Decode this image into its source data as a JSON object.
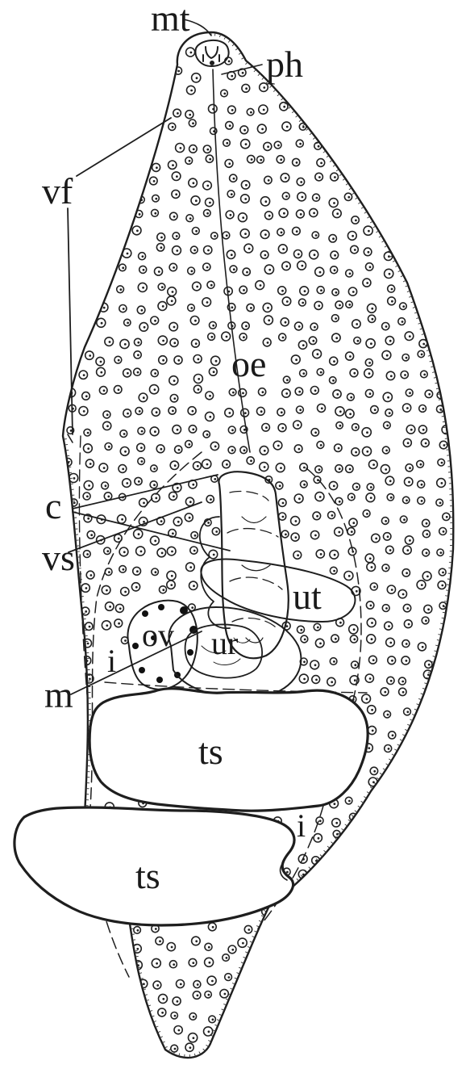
{
  "figure": {
    "labels": {
      "mt": "mt",
      "ph": "ph",
      "vf": "vf",
      "oe": "oe",
      "c": "c",
      "vs": "vs",
      "ut": "ut",
      "ov": "ov",
      "ur": "ur",
      "i_left": "i",
      "i_right": "i",
      "m": "m",
      "ts_anterior": "ts",
      "ts_posterior": "ts"
    }
  }
}
